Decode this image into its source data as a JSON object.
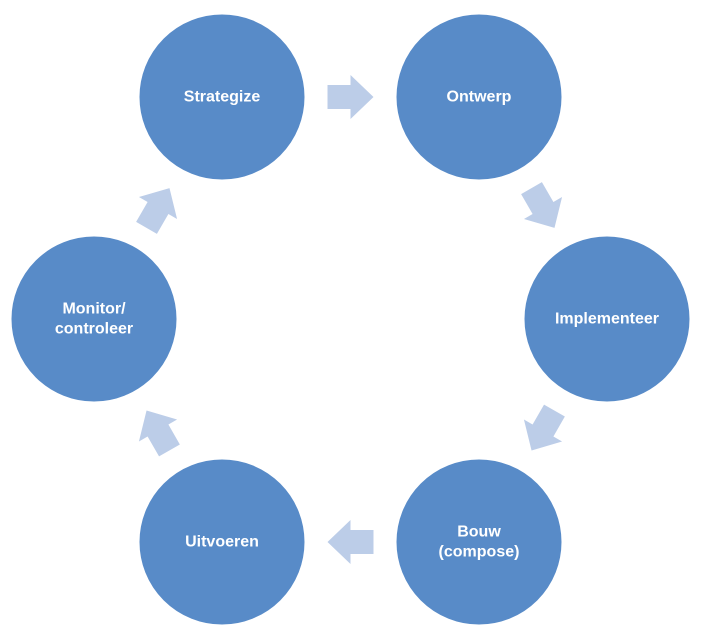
{
  "diagram": {
    "type": "cycle",
    "colors": {
      "node_fill": "#588bc8",
      "arrow_fill": "#bccde8"
    },
    "nodes": [
      {
        "id": "strategize",
        "label_lines": [
          "Strategize"
        ]
      },
      {
        "id": "ontwerp",
        "label_lines": [
          "Ontwerp"
        ]
      },
      {
        "id": "implementeer",
        "label_lines": [
          "Implementeer"
        ]
      },
      {
        "id": "bouw",
        "label_lines": [
          "Bouw",
          "(compose)"
        ]
      },
      {
        "id": "uitvoeren",
        "label_lines": [
          "Uitvoeren"
        ]
      },
      {
        "id": "monitor",
        "label_lines": [
          "Monitor/",
          "controleer"
        ]
      }
    ],
    "edges": [
      {
        "from": "strategize",
        "to": "ontwerp"
      },
      {
        "from": "ontwerp",
        "to": "implementeer"
      },
      {
        "from": "implementeer",
        "to": "bouw"
      },
      {
        "from": "bouw",
        "to": "uitvoeren"
      },
      {
        "from": "uitvoeren",
        "to": "monitor"
      },
      {
        "from": "monitor",
        "to": "strategize"
      }
    ]
  }
}
